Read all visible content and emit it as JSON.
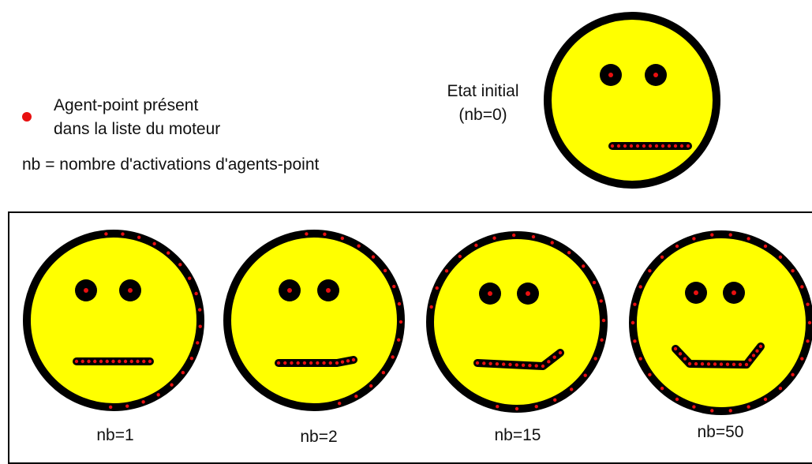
{
  "legend": {
    "marker_color": "#e81010",
    "line1": "Agent-point présent",
    "line2": "dans la liste du moteur",
    "definition": "nb = nombre d'activations d'agents-point"
  },
  "initial": {
    "line1": "Etat initial",
    "line2": "(nb=0)"
  },
  "faces": [
    {
      "caption": "nb=1"
    },
    {
      "caption": "nb=2"
    },
    {
      "caption": "nb=15"
    },
    {
      "caption": "nb=50"
    }
  ],
  "colors": {
    "face": "#ffff00",
    "outline": "#000000",
    "agent_point": "#e81010"
  }
}
